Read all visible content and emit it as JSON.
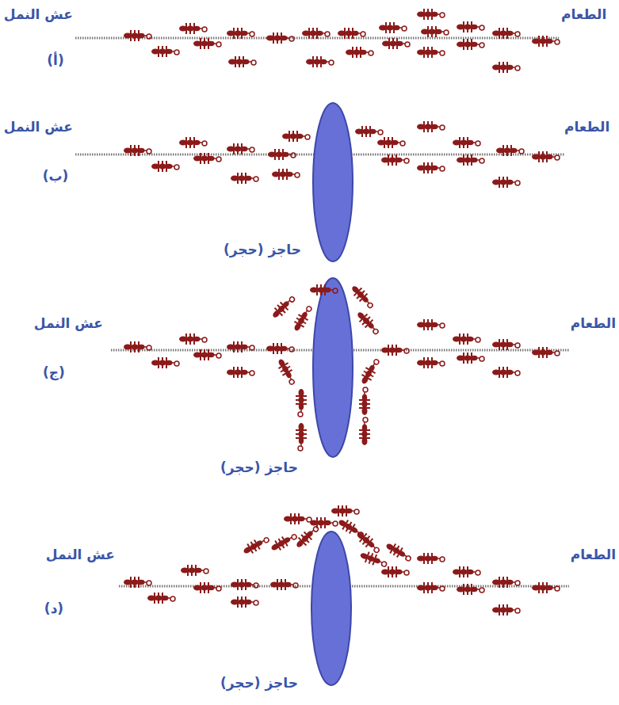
{
  "diagram": {
    "labels": [
      "عش النمل",
      "الطعام",
      "(أ)",
      "عش النمل",
      "الطعام",
      "(ب)",
      "حاجز (حجر)",
      "عش النمل",
      "الطعام",
      "(ج)",
      "حاجز (حجر)",
      "عش النمل",
      "الطعام",
      "(د)",
      "حاجز (حجر)"
    ]
  }
}
